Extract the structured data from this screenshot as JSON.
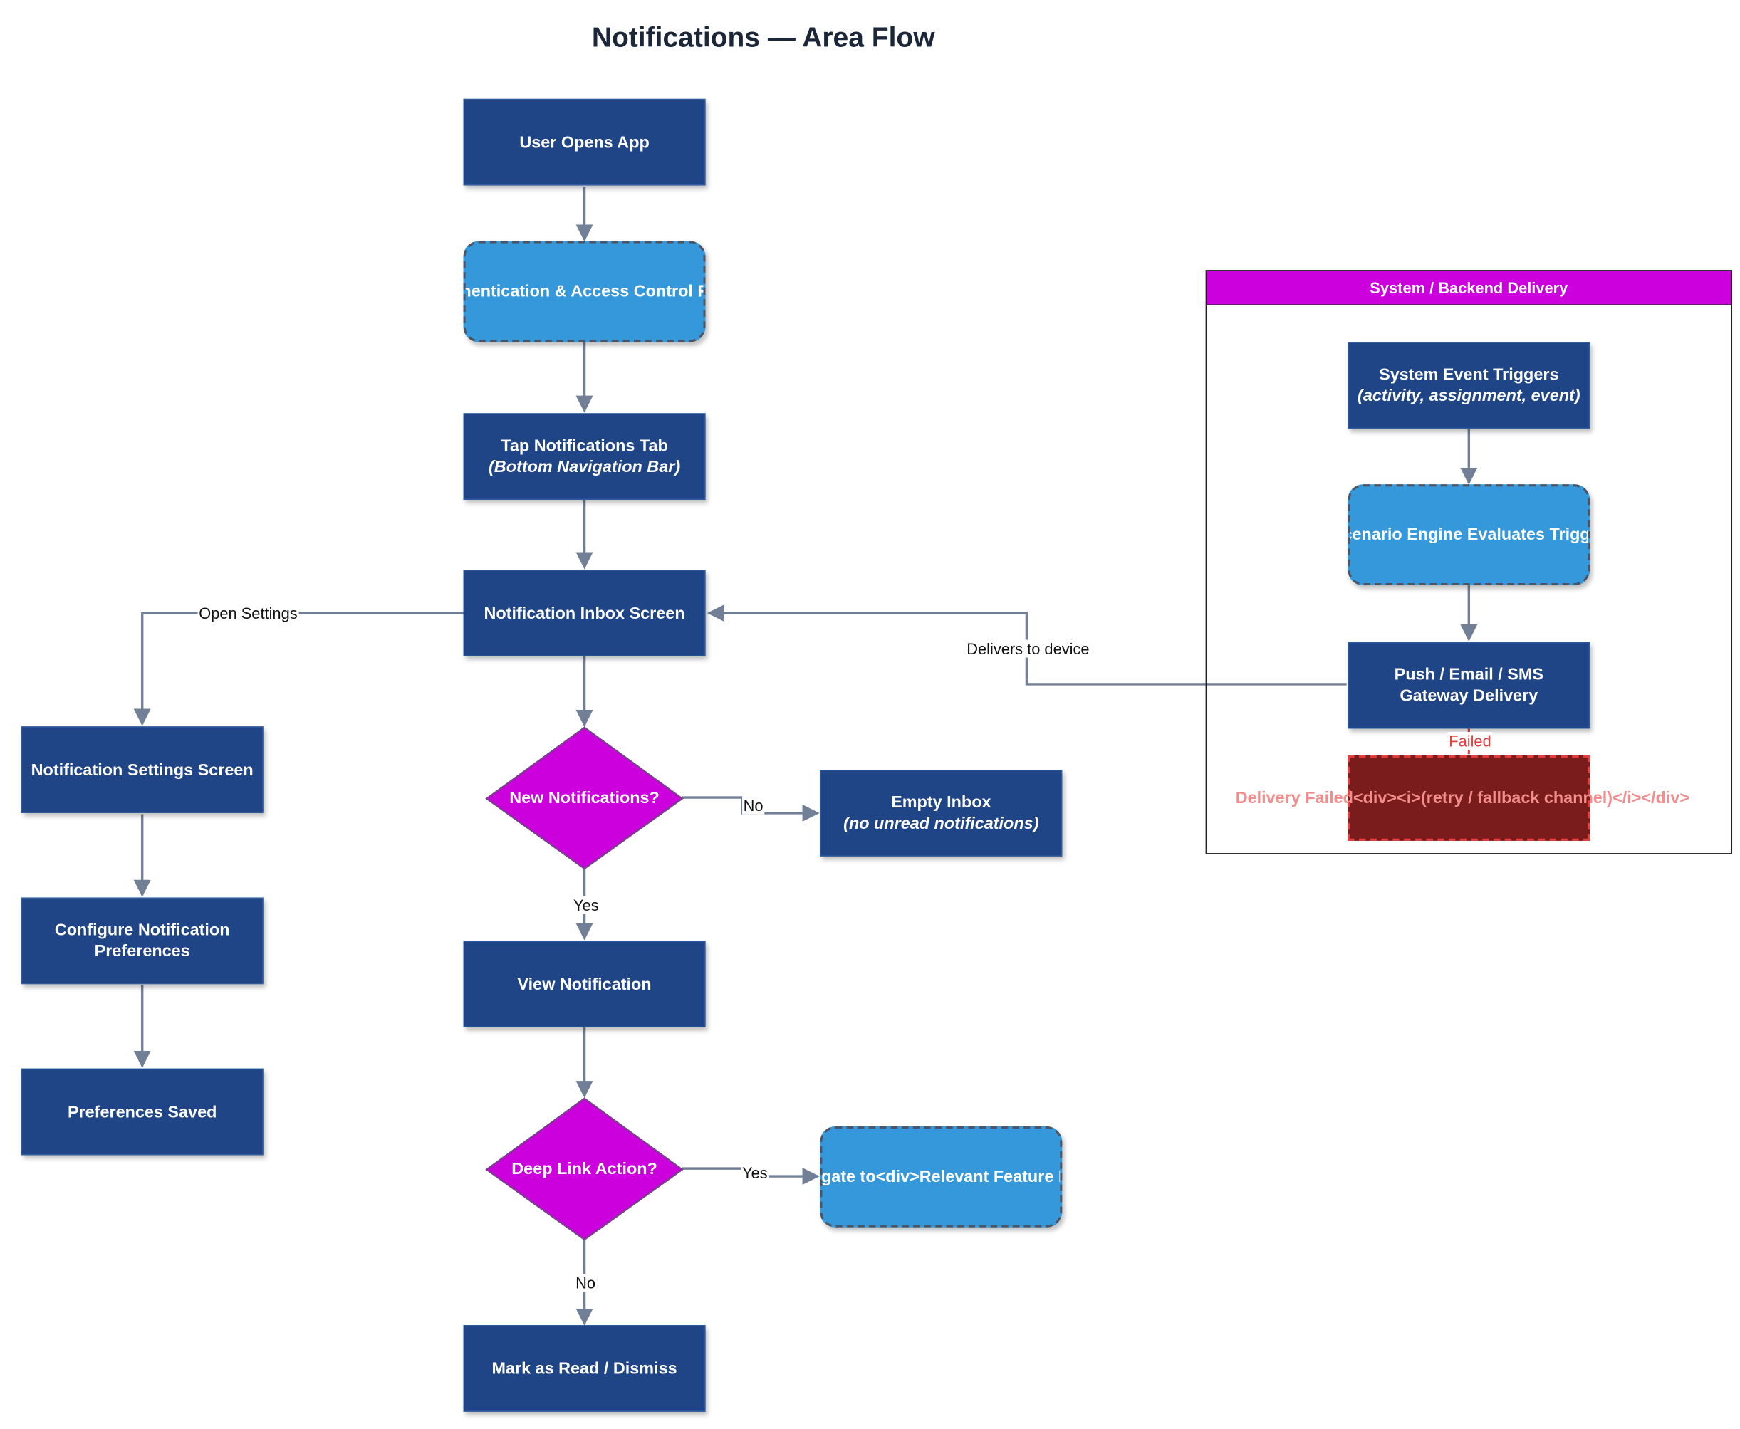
{
  "title": "Notifications — Area Flow",
  "lane": {
    "label": "System / Backend Delivery"
  },
  "nodes": {
    "user_opens_app": "User Opens App",
    "auth_flow": "Authentication & Access Control Flow",
    "tap_tab": {
      "line1": "Tap Notifications Tab",
      "line2": "(Bottom Navigation Bar)"
    },
    "inbox": "Notification Inbox Screen",
    "new_notifications": "New Notifications?",
    "empty_inbox": {
      "line1": "Empty Inbox",
      "line2": "(no unread notifications)"
    },
    "view_notification": "View Notification",
    "deep_link": "Deep Link Action?",
    "navigate": "Navigate to<div>Relevant Feature Flow",
    "mark_read": "Mark as Read / Dismiss",
    "settings_screen": "Notification Settings Screen",
    "configure_prefs": "Configure Notification Preferences",
    "prefs_saved": "Preferences Saved",
    "system_event": {
      "line1": "System Event Triggers",
      "line2": "(activity, assignment, event)"
    },
    "scenario_engine": "Scenario Engine Evaluates Trigger",
    "gateway": {
      "line1": "Push / Email / SMS",
      "line2": "Gateway Delivery"
    },
    "delivery_failed": "Delivery Failed<div><i>(retry / fallback channel)</i></div>"
  },
  "edges": {
    "open_settings": "Open Settings",
    "no_1": "No",
    "yes_1": "Yes",
    "yes_2": "Yes",
    "no_2": "No",
    "delivers": "Delivers to device",
    "failed": "Failed"
  },
  "colors": {
    "process": "#1f4586",
    "subprocess": "#3498db",
    "decision": "#cc00dd",
    "failure": "#7b1c1c",
    "edge": "#718096"
  }
}
